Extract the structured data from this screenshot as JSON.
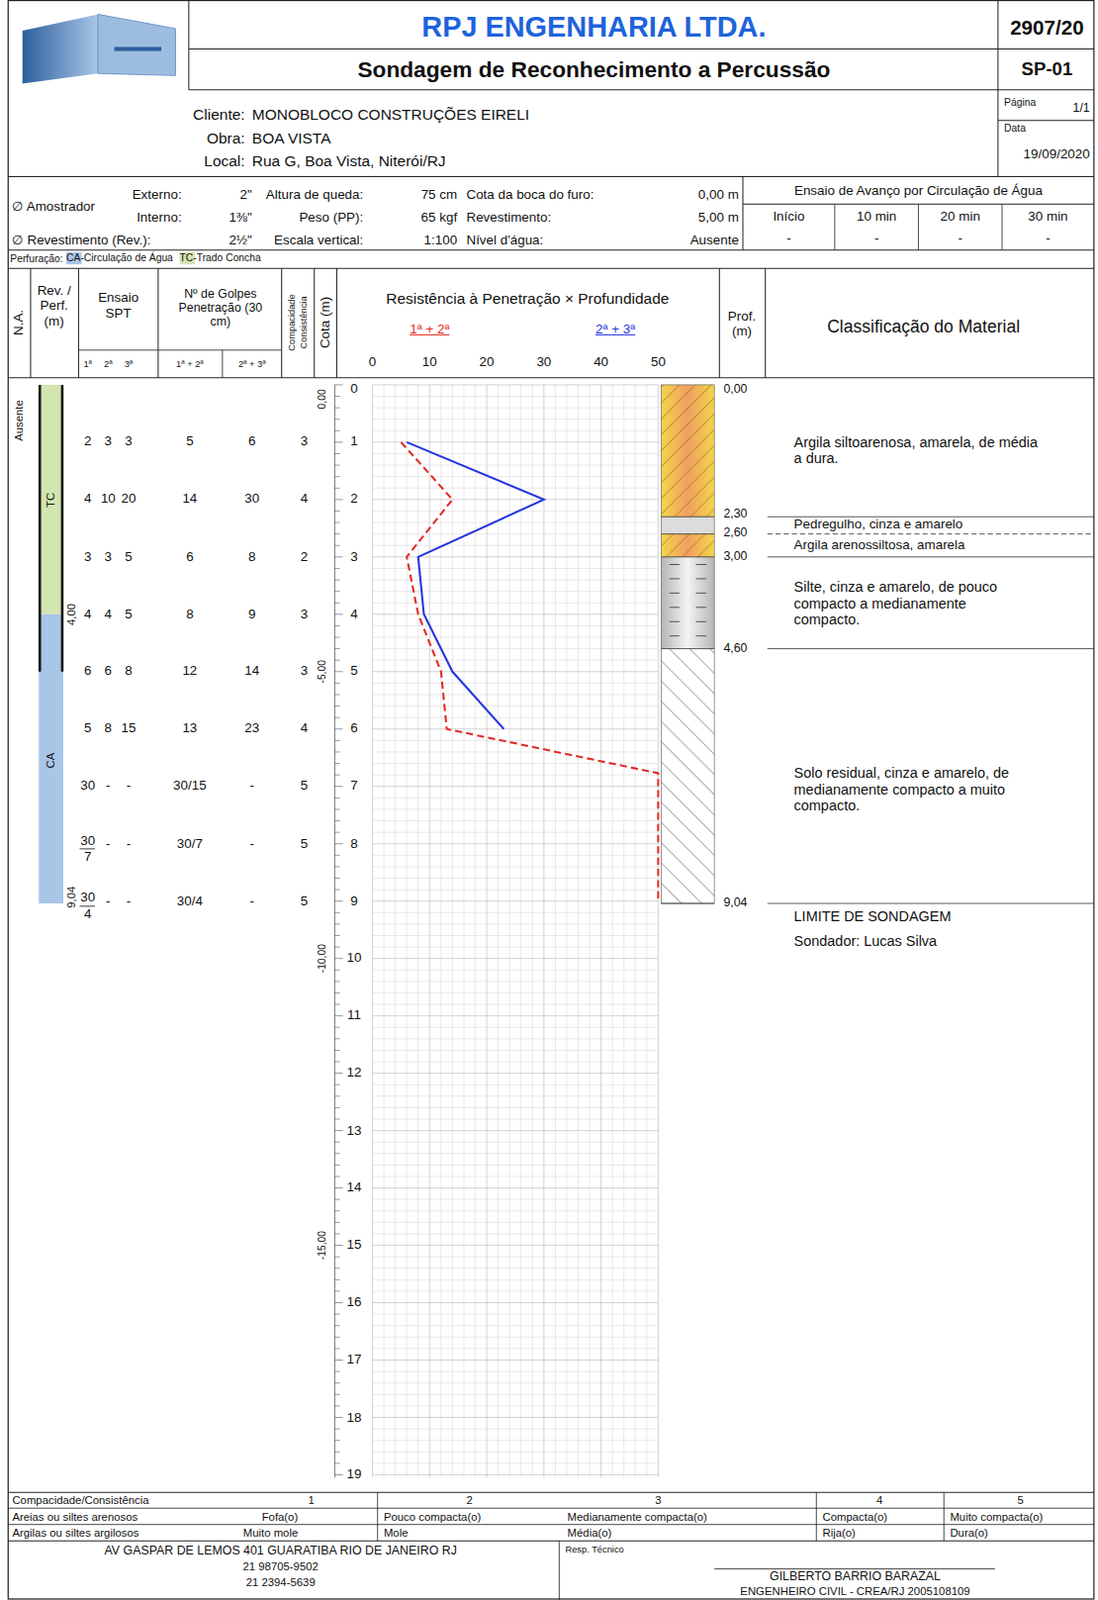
{
  "diagram": {
    "title": "RPJ ENGENHARIA LTDA.",
    "nodes": [
      {
        "text": [
          "Argila siltoarenosa, amarela, de média a dura."
        ]
      },
      {
        "text": [
          "Pedregulho, cinza e amarelo"
        ]
      },
      {
        "text": [
          "Argila arenossiltosa, amarela"
        ]
      },
      {
        "text": [
          "Silte, cinza e amarelo, de pouco compacto a medianamente compacto."
        ]
      },
      {
        "text": [
          "Solo residual, cinza e amarelo, de medianamente compacto a muito compacto."
        ]
      }
    ],
    "labels": [
      "2907/20",
      "Sondagem de Reconhecimento a Percussão",
      "SP-01",
      "Cliente:",
      "MONOBLOCO CONSTRUÇÕES EIRELI",
      "Obra:",
      "BOA VISTA",
      "Local:",
      "Rua G, Boa Vista, Niterói/RJ",
      "Página",
      "1/1",
      "Data",
      "19/09/2020",
      "∅ Amostrador",
      "Externo:",
      "2\"",
      "Interno:",
      "1⅜\"",
      "∅ Revestimento (Rev.):",
      "2½\"",
      "Altura de queda:",
      "75 cm",
      "Peso (PP):",
      "65 kgf",
      "Escala vertical:",
      "1:100",
      "Cota da boca do furo:",
      "0,00 m",
      "Revestimento:",
      "5,00 m",
      "Nível d'água:",
      "Ausente",
      "Ensaio de Avanço por Circulação de Água",
      "Início",
      "10 min",
      "20 min",
      "30 min",
      "-",
      "-",
      "-",
      "-",
      "Perfuração:",
      "N.A.",
      "Rev. / Perf. (m)",
      "Ensaio SPT",
      "1ª",
      "2ª",
      "3ª",
      "Nº de Golpes Penetração (30 cm)",
      "1ª + 2ª",
      "2ª + 3ª",
      "Compacidade",
      "Consistência",
      "Cota (m)",
      "Resistência à Penetração × Profundidade",
      "1ª + 2ª",
      "2ª + 3ª",
      "0",
      "10",
      "20",
      "30",
      "40",
      "50",
      "Prof. (m)",
      "Classificação do Material",
      "Ausente",
      "TC",
      "CA",
      "4,00",
      "9,04",
      "2",
      "3",
      "3",
      "5",
      "6",
      "3",
      "4",
      "10",
      "20",
      "14",
      "30",
      "4",
      "3",
      "3",
      "5",
      "6",
      "8",
      "2",
      "4",
      "4",
      "5",
      "8",
      "9",
      "3",
      "6",
      "6",
      "8",
      "12",
      "14",
      "3",
      "5",
      "8",
      "15",
      "13",
      "23",
      "4",
      "30",
      "-",
      "-",
      "30/15",
      "-",
      "5",
      "30",
      "7",
      "-",
      "-",
      "30/7",
      "-",
      "5",
      "30",
      "4",
      "-",
      "-",
      "30/4",
      "-",
      "5",
      "0,00",
      "-5,00",
      "-10,00",
      "-15,00",
      "0",
      "1",
      "2",
      "3",
      "4",
      "5",
      "6",
      "7",
      "8",
      "9",
      "10",
      "11",
      "12",
      "13",
      "14",
      "15",
      "16",
      "17",
      "18",
      "19",
      "0,00",
      "2,30",
      "2,60",
      "3,00",
      "4,60",
      "9,04",
      "LIMITE DE SONDAGEM",
      "Sondador: Lucas Silva",
      "Compacidade/Consistência",
      "1",
      "2",
      "3",
      "4",
      "5",
      "Areias ou siltes arenosos",
      "Fofa(o)",
      "Pouco compacta(o)",
      "Medianamente compacta(o)",
      "Compacta(o)",
      "Muito compacta(o)",
      "Argilas ou siltes argilosos",
      "Muito mole",
      "Mole",
      "Média(o)",
      "Rija(o)",
      "Dura(o)",
      "AV GASPAR DE LEMOS 401 GUARATIBA RIO DE JANEIRO RJ",
      "21 98705-9502",
      "21 2394-5639",
      "Resp. Técnico",
      "GILBERTO BARRIO BARAZAL",
      "ENGENHEIRO CIVIL - CREA/RJ 2005108109"
    ],
    "legend": [
      {
        "text": "CA-Circulação de Água",
        "color": "#a9c5e8"
      },
      {
        "text": "TC-Trado Concha",
        "color": "#d3e5b0"
      }
    ]
  }
}
